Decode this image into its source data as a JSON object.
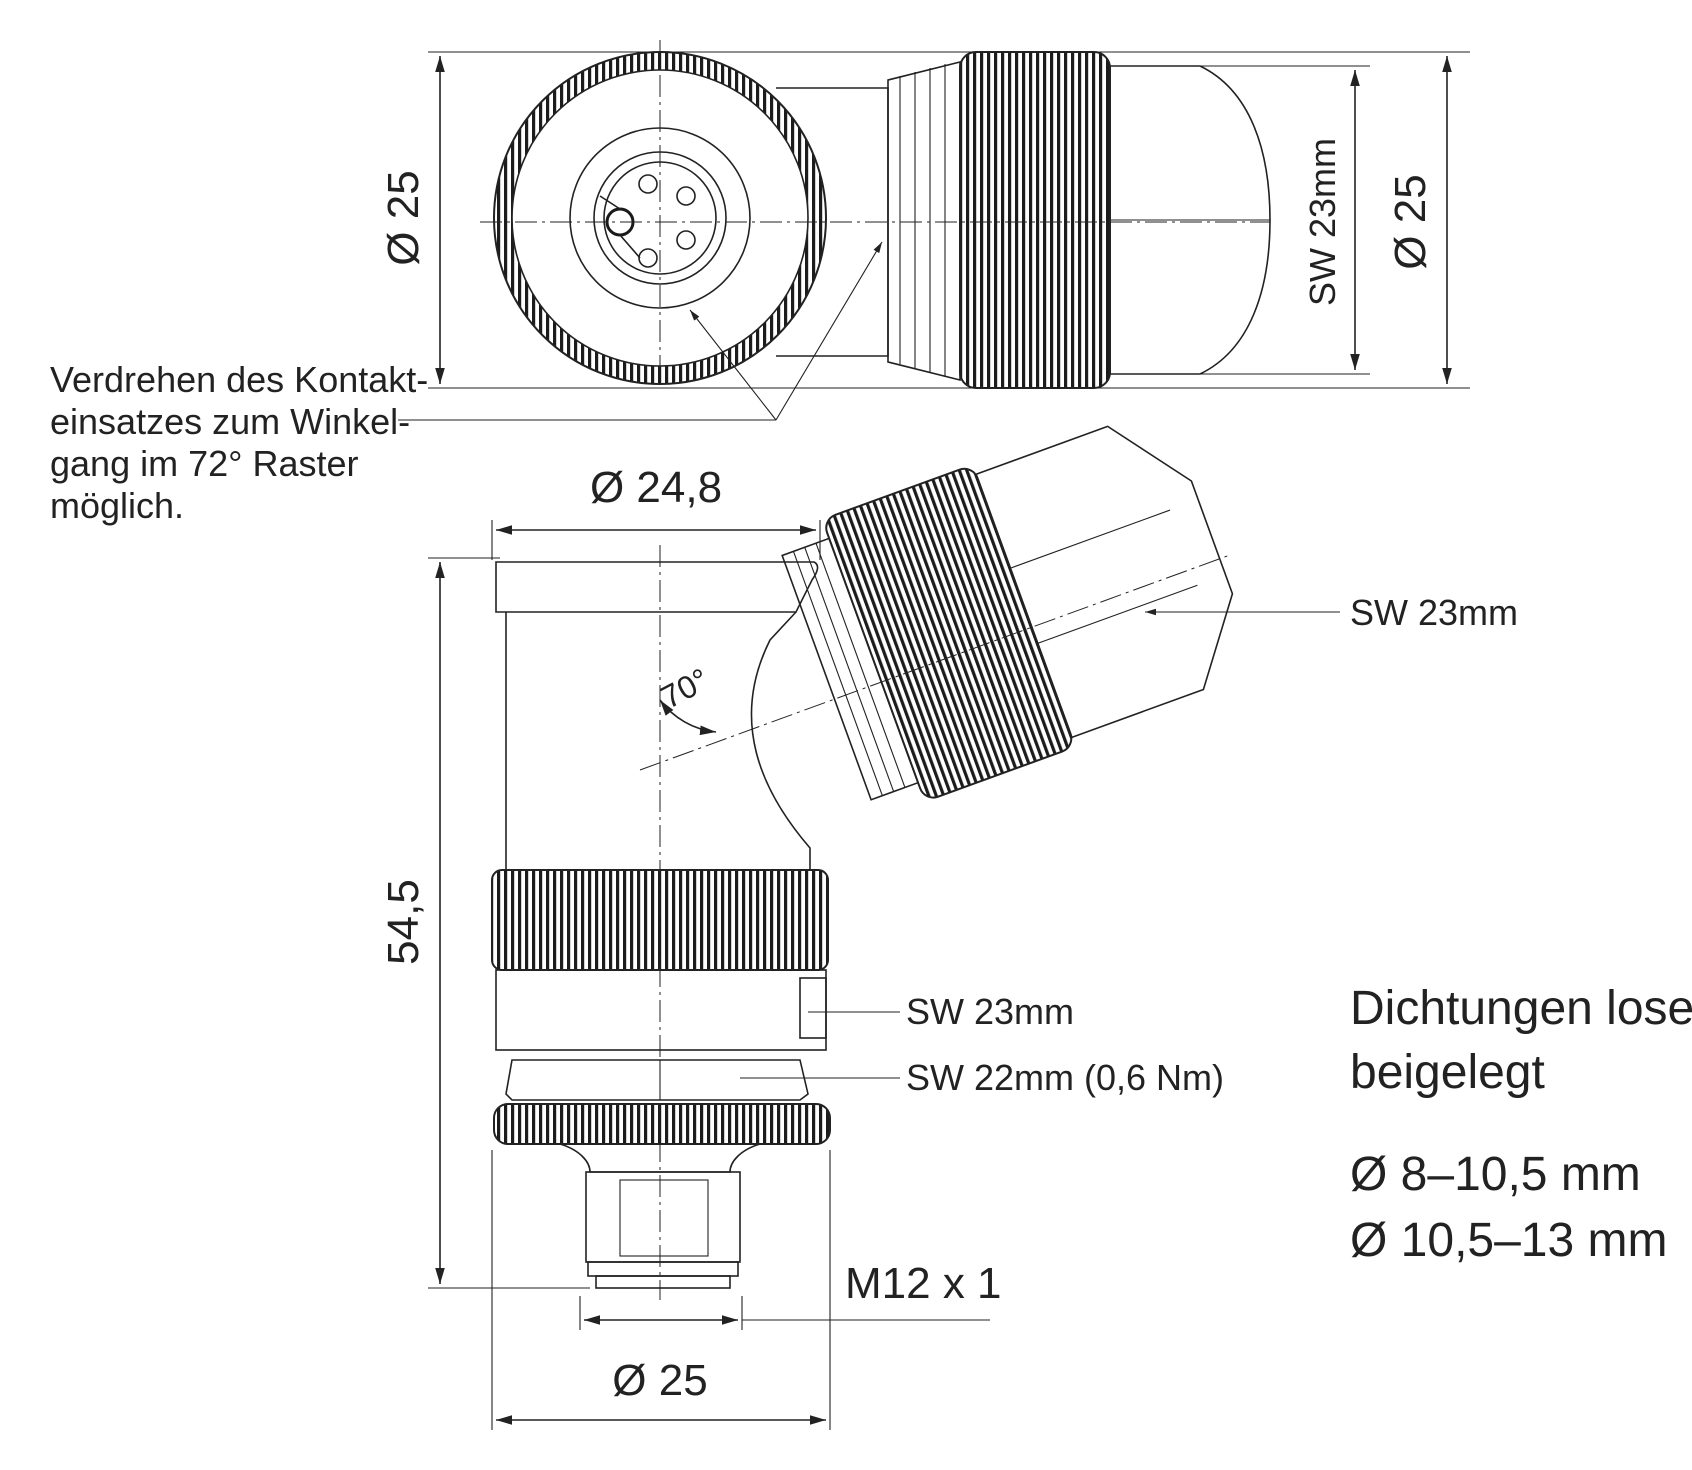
{
  "top_view": {
    "dim_left": "Ø 25",
    "dim_sw": "SW 23mm",
    "dim_right": "Ø 25"
  },
  "note_rotation": [
    "Verdrehen des Kontakt-",
    "einsatzes zum Winkel-",
    "gang im 72° Raster",
    "möglich."
  ],
  "side_view": {
    "dim_top": "Ø 24,8",
    "angle": "70°",
    "height": "54,5",
    "sw_angled": "SW 23mm",
    "sw_body": "SW 23mm",
    "sw_nut": "SW 22mm (0,6 Nm)",
    "thread": "M12 x 1",
    "dim_bottom": "Ø 25"
  },
  "seals": {
    "title_line1": "Dichtungen lose",
    "title_line2": "beigelegt",
    "range1": "Ø 8–10,5 mm",
    "range2": "Ø 10,5–13 mm"
  }
}
